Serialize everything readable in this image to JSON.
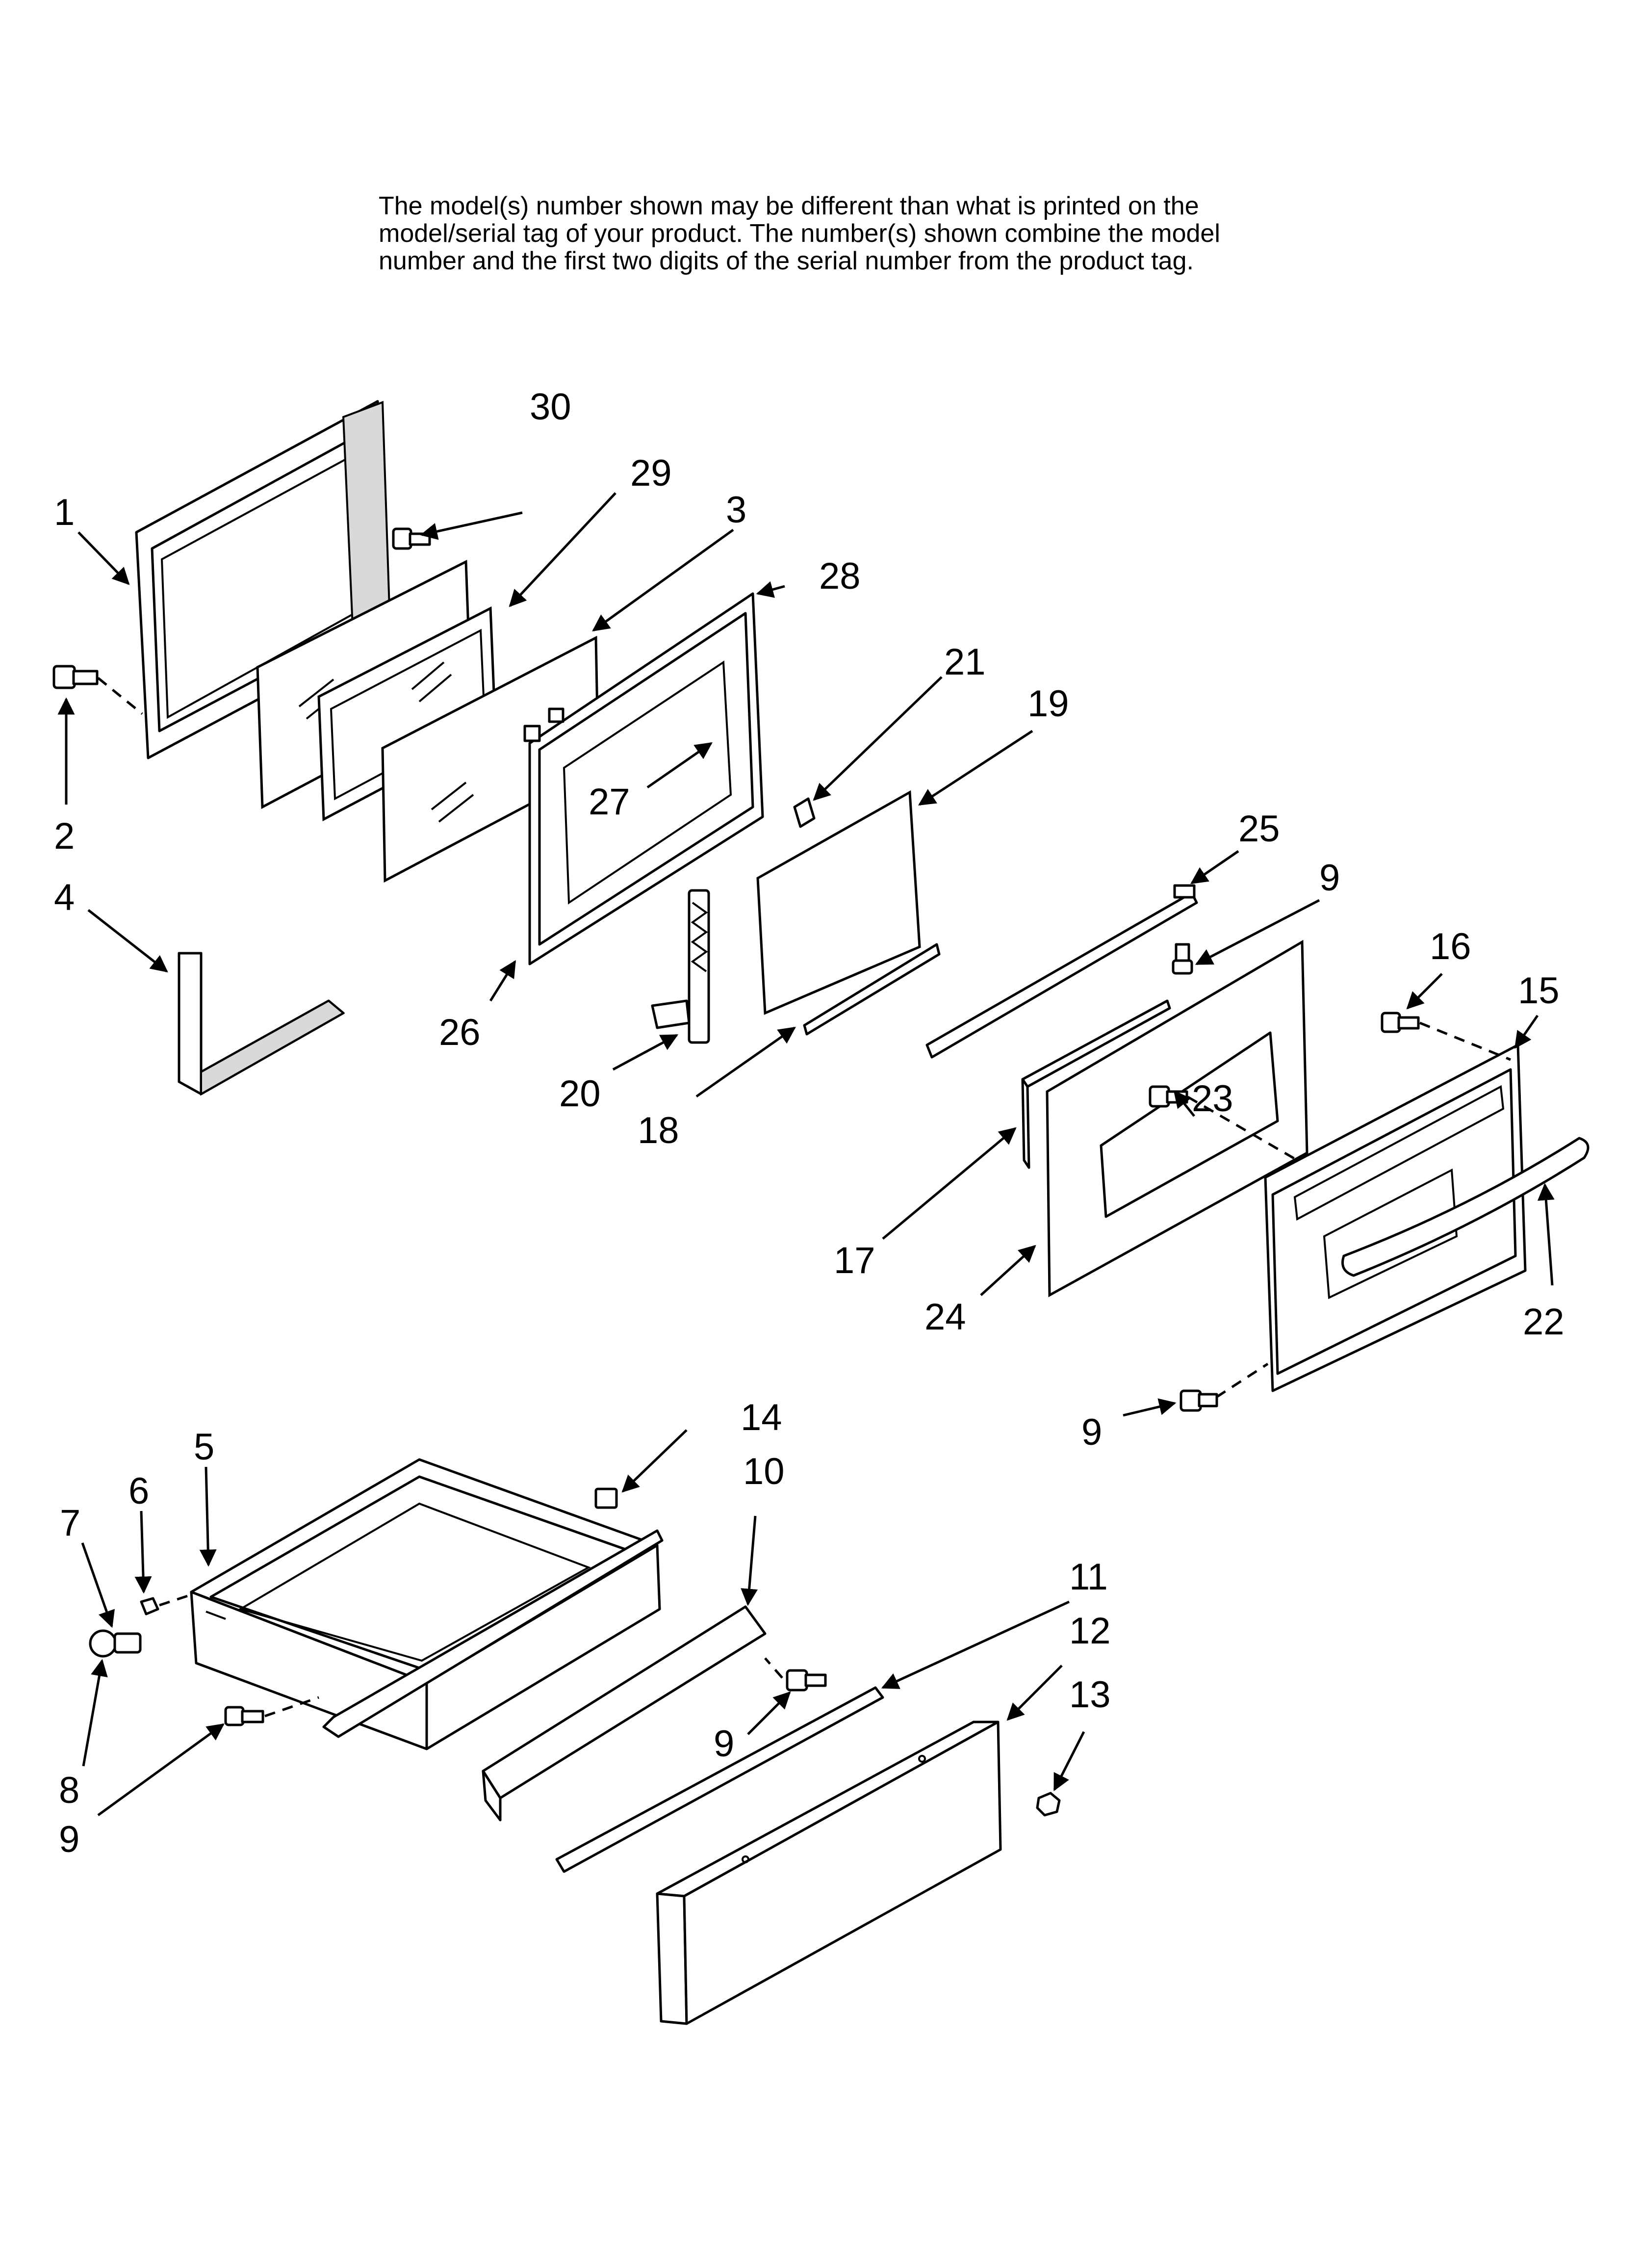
{
  "note": {
    "lines": [
      "The model(s) number shown may be different than what is printed on the",
      "model/serial tag of your product. The number(s) shown combine the model",
      "number and the first two digits of the serial number from the product tag."
    ]
  },
  "callouts": {
    "c1": "1",
    "c2": "2",
    "c3": "3",
    "c4": "4",
    "c5": "5",
    "c6": "6",
    "c7": "7",
    "c8": "8",
    "c9a": "9",
    "c9b": "9",
    "c9c": "9",
    "c9d": "9",
    "c10": "10",
    "c11": "11",
    "c12": "12",
    "c13": "13",
    "c14": "14",
    "c15": "15",
    "c16": "16",
    "c17": "17",
    "c18": "18",
    "c19": "19",
    "c20": "20",
    "c21": "21",
    "c22": "22",
    "c23": "23",
    "c24": "24",
    "c25": "25",
    "c26": "26",
    "c27": "27",
    "c28": "28",
    "c29": "29",
    "c30": "30"
  },
  "colors": {
    "line": "#000000",
    "background": "#ffffff",
    "shade": "#d9d9d9"
  }
}
